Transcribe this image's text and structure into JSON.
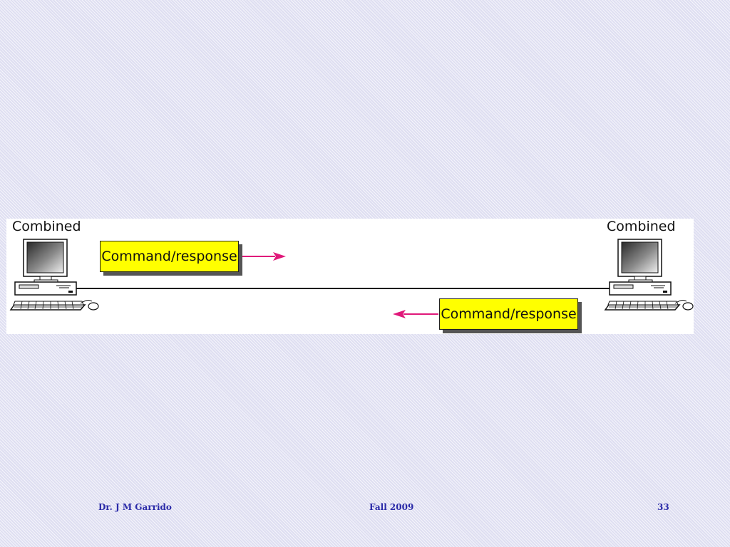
{
  "diagram": {
    "left_station": {
      "label": "Combined"
    },
    "right_station": {
      "label": "Combined"
    },
    "messages": [
      {
        "label": "Command/response",
        "direction": "left-to-right"
      },
      {
        "label": "Command/response",
        "direction": "right-to-left"
      }
    ],
    "colors": {
      "message_box": "#ffff00",
      "arrow": "#e0187a",
      "link_line": "#111111"
    }
  },
  "footer": {
    "author": "Dr. J M Garrido",
    "term": "Fall 2009",
    "page_number": "33",
    "color": "#2a2aa8"
  }
}
